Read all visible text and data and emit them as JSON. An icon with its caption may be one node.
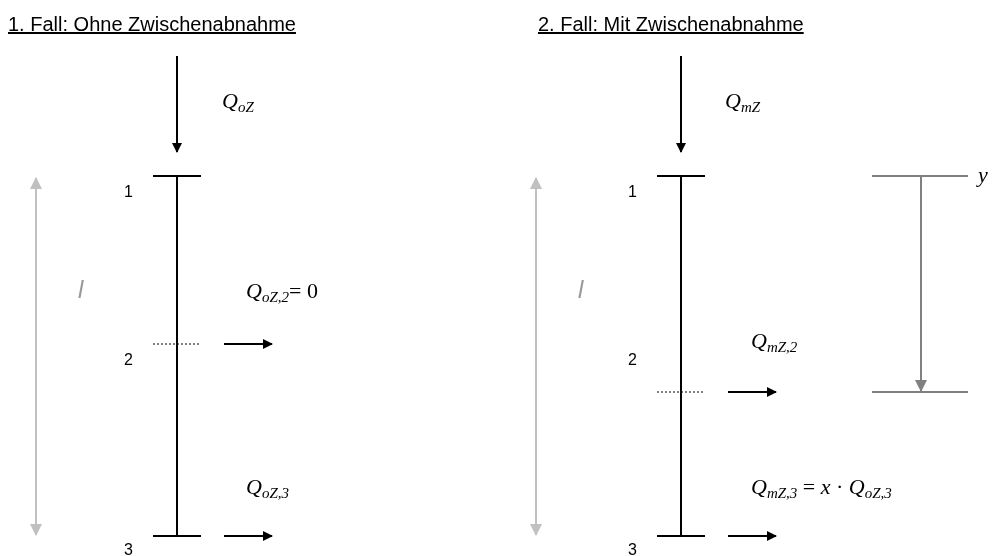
{
  "diagram": {
    "labels": [
      "1. Fall: Ohne Zwischenabnahme",
      "2. Fall: Mit Zwischenabnahme",
      "Q$_{oZ}$",
      "Q$_{mZ}$",
      "1",
      "1",
      "y",
      "l",
      "*Q*$_{oZ,2}$= 0",
      "l",
      "2",
      "Q$_{mZ,2}$",
      "2",
      "Q$_{oZ,3}$",
      "*Q*$_{mZ,3}$ = *x* · *Q*$_{oZ,3}$",
      "3",
      "3"
    ]
  }
}
